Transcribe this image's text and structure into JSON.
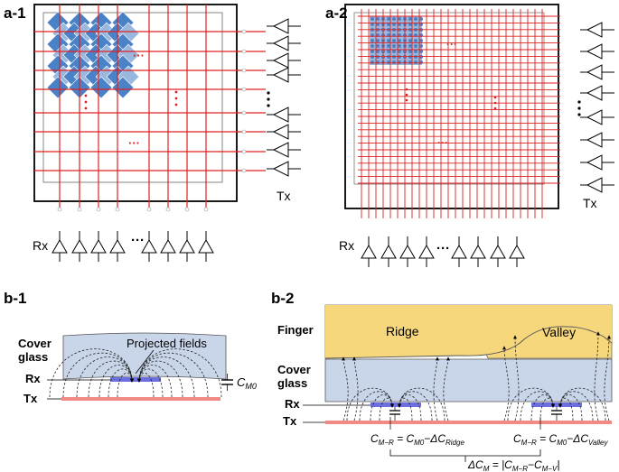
{
  "panels": {
    "a1": {
      "label": "a-1",
      "tx": "Tx",
      "rx": "Rx"
    },
    "a2": {
      "label": "a-2",
      "tx": "Tx",
      "rx": "Rx"
    },
    "b1": {
      "label": "b-1",
      "cover": [
        "Cover",
        "glass"
      ],
      "rx": "Rx",
      "tx": "Tx",
      "projected": "Projected fields",
      "cm0": "C",
      "cm0_sub": "M0"
    },
    "b2": {
      "label": "b-2",
      "finger": "Finger",
      "cover": [
        "Cover",
        "glass"
      ],
      "rx": "Rx",
      "tx": "Tx",
      "ridge": "Ridge",
      "valley": "Valley",
      "eq_ridge": {
        "c": "C",
        "sub1": "M−R",
        "mid": " = C",
        "sub2": "M0",
        "minus": "−ΔC",
        "sub3": "Ridge"
      },
      "eq_valley": {
        "c": "C",
        "sub1": "M−R",
        "mid": " = C",
        "sub2": "M0",
        "minus": "−ΔC",
        "sub3": "Valley"
      },
      "eq_delta": {
        "pre": "ΔC",
        "sub1": "M",
        "mid": " = |C",
        "sub2": "M−R",
        "mid2": "−C",
        "sub3": "M−V",
        "end": "|"
      }
    }
  },
  "colors": {
    "tx_line": "#e02020",
    "pixel_dark": "#4a82c8",
    "pixel_light": "#9ab8de",
    "cover_glass": "#c9d6ea",
    "finger": "#f7d77c",
    "rx_electrode": "#6b6fe0",
    "tx_electrode": "#f08a84"
  }
}
